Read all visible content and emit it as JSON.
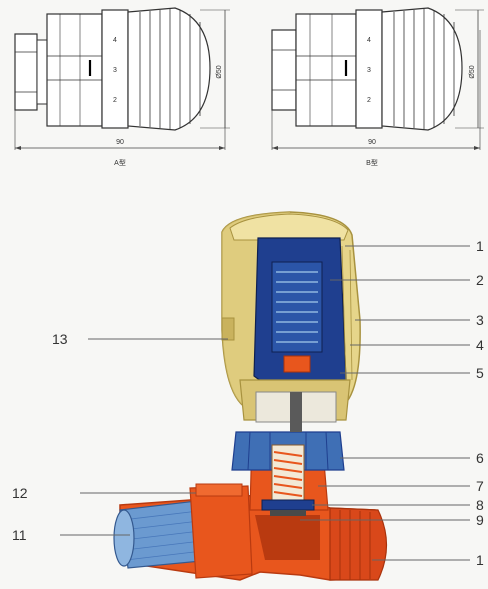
{
  "top_drawings": {
    "left": {
      "scale_marks": [
        "4",
        "3",
        "2"
      ],
      "width_dim": "90",
      "height_dim": "Ø50",
      "caption": "A型"
    },
    "right": {
      "scale_marks": [
        "4",
        "3",
        "2"
      ],
      "width_dim": "90",
      "height_dim": "Ø50",
      "caption": "B型"
    }
  },
  "callouts": {
    "left": [
      "13",
      "12",
      "11"
    ],
    "right": [
      "1",
      "2",
      "3",
      "4",
      "5",
      "6",
      "7",
      "8",
      "9",
      "1"
    ]
  },
  "colors": {
    "head_yellow": "#e6d58a",
    "head_shadow": "#c9b25d",
    "blue_inner": "#1f3f8f",
    "nut_blue": "#3f6fb5",
    "body_orange": "#e8561d",
    "body_dark": "#b93a10",
    "pipe_blue": "#6b9ad0",
    "line": "#555555"
  }
}
